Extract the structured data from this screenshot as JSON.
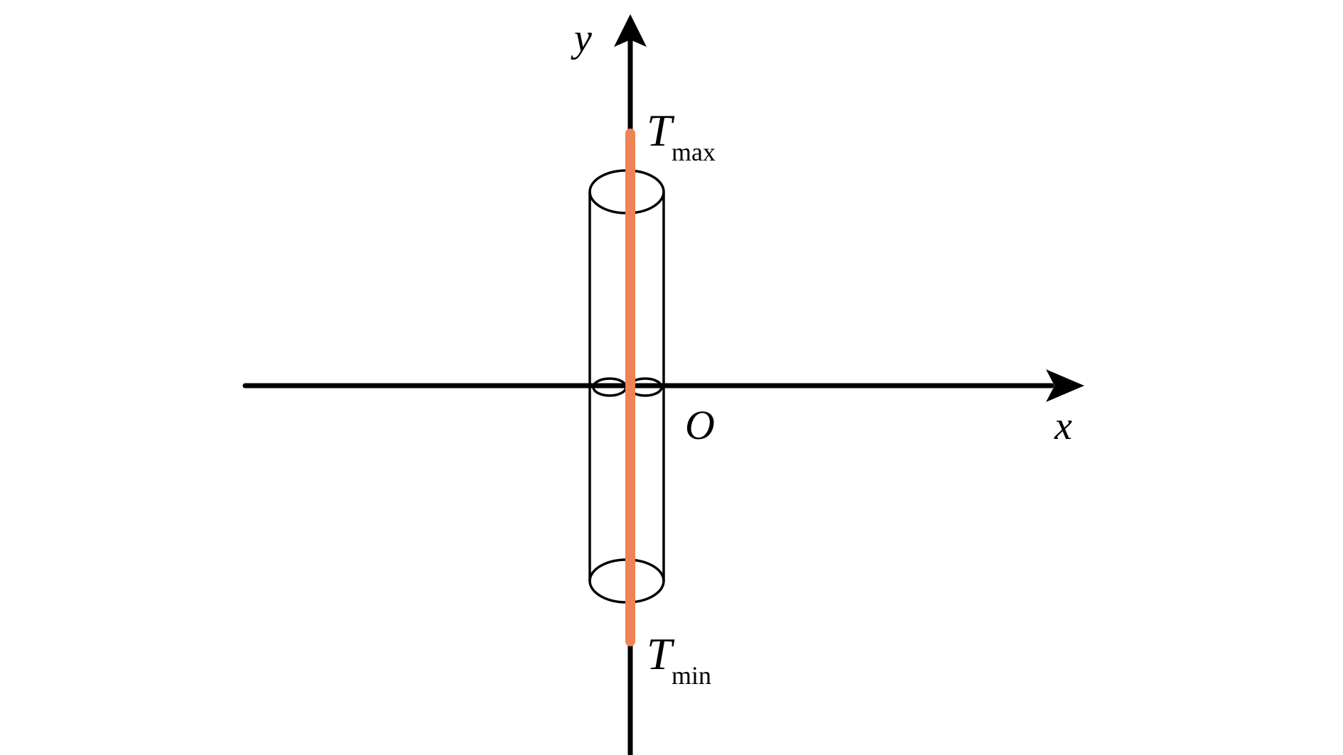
{
  "labels": {
    "y_axis": "y",
    "x_axis": "x",
    "origin": "O",
    "t_max_main": "T",
    "t_max_sub": "max",
    "t_min_main": "T",
    "t_min_sub": "min"
  },
  "colors": {
    "axis": "#000000",
    "cylinder_outline": "#000000",
    "rod": "#EE8355",
    "background": "#FFFFFF"
  }
}
